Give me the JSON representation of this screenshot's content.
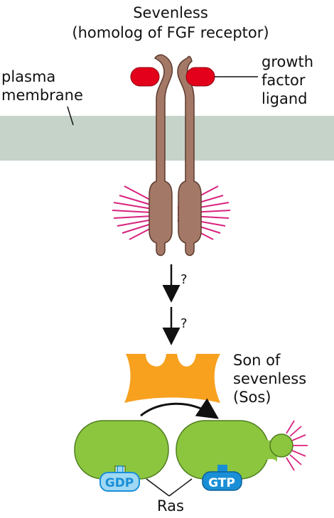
{
  "receptor_title": "Sevenless",
  "receptor_subtitle": "(homolog of FGF receptor)",
  "plasma_membrane": [
    "plasma",
    "membrane"
  ],
  "growth_factor_ligand": [
    "growth",
    "factor",
    "ligand"
  ],
  "unknown_step_1": "?",
  "unknown_step_2": "?",
  "sos_label": [
    "Son of",
    "sevenless",
    "(Sos)"
  ],
  "gdp_label": "GDP",
  "gtp_label": "GTP",
  "ras_label": "Ras",
  "colors": {
    "membrane": "#c5d3c9",
    "receptor": "#a47866",
    "receptor_outline": "#5b3a2e",
    "ligand": "#e3001b",
    "phospho_burst": "#d8237e",
    "sos": "#f7a11f",
    "ras": "#8cc63f",
    "ras_outline": "#4e7d1e",
    "gdp": "#9ed8f4",
    "gtp": "#1a8fd6"
  }
}
